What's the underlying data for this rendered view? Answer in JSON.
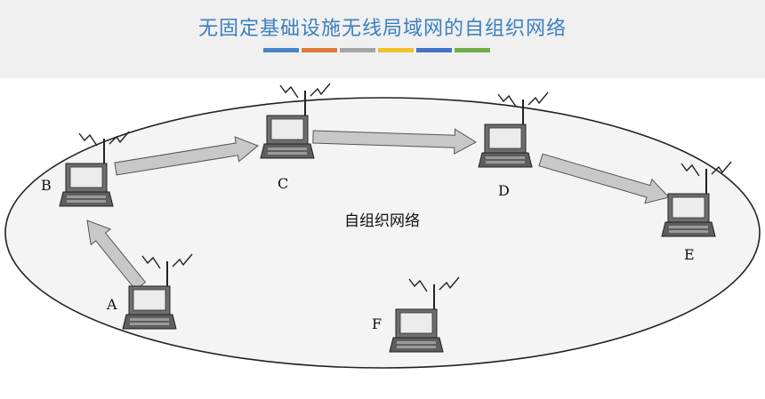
{
  "title": "无固定基础设施无线局域网的自组织网络",
  "stripe_colors": [
    "#4a86c8",
    "#e07b39",
    "#a5a5a5",
    "#f2c12e",
    "#4472c4",
    "#70ad47"
  ],
  "network_label": "自组织网络",
  "nodes": [
    {
      "id": "A",
      "label": "A"
    },
    {
      "id": "B",
      "label": "B"
    },
    {
      "id": "C",
      "label": "C"
    },
    {
      "id": "D",
      "label": "D"
    },
    {
      "id": "E",
      "label": "E"
    },
    {
      "id": "F",
      "label": "F"
    }
  ],
  "links": [
    [
      "A",
      "B"
    ],
    [
      "B",
      "C"
    ],
    [
      "C",
      "D"
    ],
    [
      "D",
      "E"
    ]
  ],
  "colors": {
    "arrow_fill": "#c8c8c8",
    "arrow_stroke": "#555555",
    "ellipse_fill": "#f4f4f4",
    "title": "#3b7fc1"
  }
}
